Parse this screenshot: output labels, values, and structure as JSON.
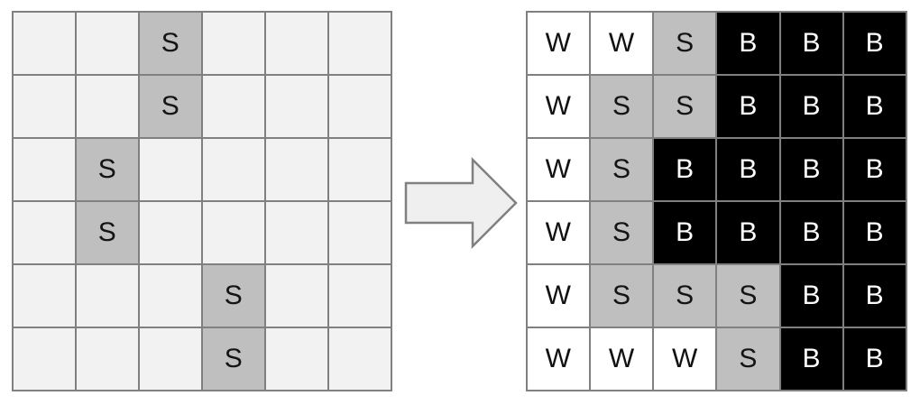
{
  "diagram": {
    "title": "Grid seed region-growing transformation",
    "symbols": {
      "empty": "",
      "seed": "S",
      "white": "W",
      "black": "B"
    },
    "colors": {
      "empty_fill": "#F2F2F2",
      "white_fill": "#FFFFFF",
      "seed_fill": "#BFBFBF",
      "black_fill": "#000000",
      "gridline": "#808080",
      "arrow_fill": "#EFEFEF",
      "arrow_stroke": "#808080",
      "text_dark": "#111111",
      "text_light": "#FFFFFF"
    },
    "arrow": {
      "icon": "right-block-arrow-icon",
      "direction": "right",
      "label": ""
    },
    "input_grid": {
      "name": "input-grid",
      "rows": 6,
      "cols": 6,
      "cells": [
        [
          "",
          "",
          "S",
          "",
          "",
          ""
        ],
        [
          "",
          "",
          "S",
          "",
          "",
          ""
        ],
        [
          "",
          "S",
          "",
          "",
          "",
          ""
        ],
        [
          "",
          "S",
          "",
          "",
          "",
          ""
        ],
        [
          "",
          "",
          "",
          "S",
          "",
          ""
        ],
        [
          "",
          "",
          "",
          "S",
          "",
          ""
        ]
      ]
    },
    "output_grid": {
      "name": "output-grid",
      "rows": 6,
      "cols": 6,
      "cells": [
        [
          "W",
          "W",
          "S",
          "B",
          "B",
          "B"
        ],
        [
          "W",
          "S",
          "S",
          "B",
          "B",
          "B"
        ],
        [
          "W",
          "S",
          "B",
          "B",
          "B",
          "B"
        ],
        [
          "W",
          "S",
          "B",
          "B",
          "B",
          "B"
        ],
        [
          "W",
          "S",
          "S",
          "S",
          "B",
          "B"
        ],
        [
          "W",
          "W",
          "W",
          "S",
          "B",
          "B"
        ]
      ]
    }
  }
}
